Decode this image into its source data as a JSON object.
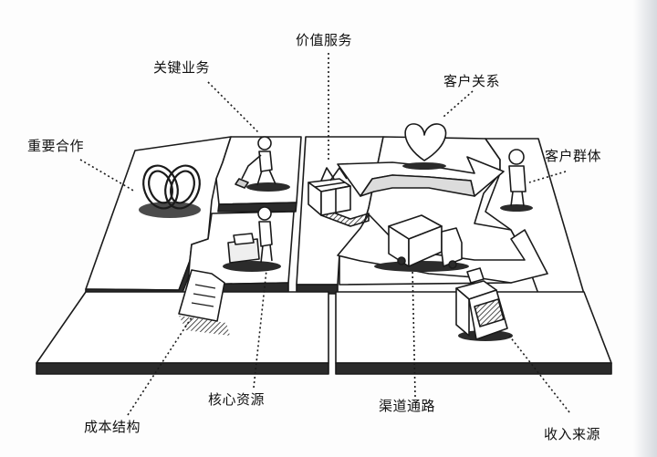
{
  "labels": {
    "key_partners": "重要合作",
    "key_activities": "关键业务",
    "value_propositions": "价值服务",
    "customer_relationships": "客户关系",
    "customer_segments": "客户群体",
    "key_resources": "核心资源",
    "channels": "渠道通路",
    "cost_structure": "成本结构",
    "revenue_streams": "收入来源"
  },
  "colors": {
    "ink": "#1a1a1a",
    "paper": "#ffffff",
    "shadow": "#2b2b2b",
    "edge": "#d7dadf"
  }
}
